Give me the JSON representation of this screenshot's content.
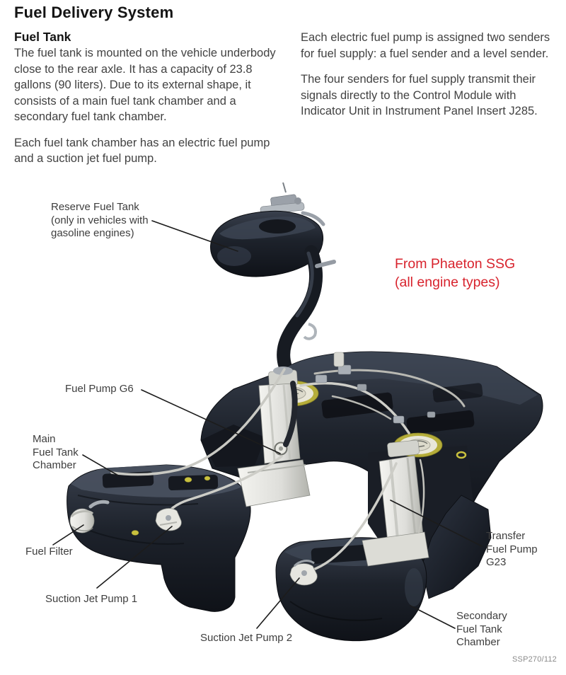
{
  "page": {
    "title": "Fuel Delivery System",
    "section_heading": "Fuel Tank",
    "left_column": {
      "paragraphs": [
        "The fuel tank is mounted on the vehicle underbody close to the rear axle. It has a capacity of 23.8 gallons (90 liters). Due to its external shape, it consists of a main fuel tank chamber and a secondary fuel tank chamber.",
        "Each fuel tank chamber has an electric fuel pump and a suction jet fuel pump."
      ]
    },
    "right_column": {
      "paragraphs": [
        "Each electric fuel pump is assigned two senders for fuel supply: a fuel sender and a level sender.",
        "The four senders for fuel supply transmit their signals directly to the Control Module with Indicator Unit in Instrument Panel Insert J285."
      ]
    },
    "figure": {
      "note": {
        "lines": [
          "From Phaeton SSG",
          "(all engine types)"
        ],
        "color": "#d8232d"
      },
      "code": "SSP270/112",
      "callouts": {
        "reserve": {
          "lines": [
            "Reserve Fuel Tank",
            "(only in vehicles with",
            "gasoline engines)"
          ]
        },
        "fuel_pump_g6": {
          "lines": [
            "Fuel Pump G6"
          ]
        },
        "main_chamber": {
          "lines": [
            "Main",
            "Fuel Tank",
            "Chamber"
          ]
        },
        "fuel_filter": {
          "lines": [
            "Fuel Filter"
          ]
        },
        "suction_jet_pump_1": {
          "lines": [
            "Suction Jet Pump 1"
          ]
        },
        "suction_jet_pump_2": {
          "lines": [
            "Suction Jet Pump 2"
          ]
        },
        "transfer_pump": {
          "lines": [
            "Transfer",
            "Fuel Pump",
            "G23"
          ]
        },
        "secondary_chamber": {
          "lines": [
            "Secondary",
            "Fuel Tank",
            "Chamber"
          ]
        }
      },
      "colors": {
        "tank_dark": "#12151b",
        "tank_mid": "#343b48",
        "pump_light": "#f2f2ee",
        "locking_ring_yellow": "#c9c13e",
        "leader_line": "#1c1c1c"
      }
    }
  }
}
